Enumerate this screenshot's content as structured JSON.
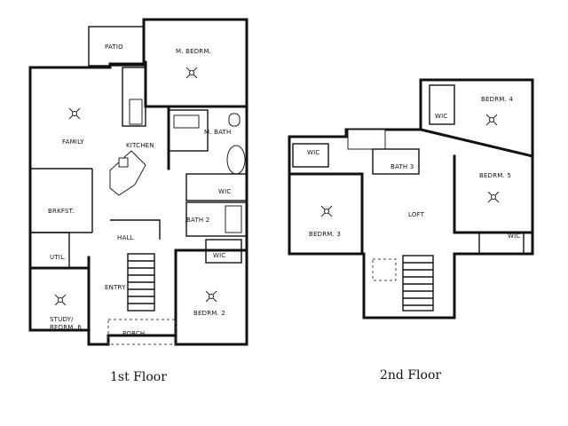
{
  "floors": [
    {
      "caption": "1st Floor",
      "rooms": [
        {
          "id": "patio",
          "label": "PATIO"
        },
        {
          "id": "m-bedrm",
          "label": "M. BEDRM."
        },
        {
          "id": "family",
          "label": "FAMILY"
        },
        {
          "id": "kitchen",
          "label": "KITCHEN"
        },
        {
          "id": "m-bath",
          "label": "M. BATH"
        },
        {
          "id": "wic-master",
          "label": "WIC"
        },
        {
          "id": "brkfst",
          "label": "BRKFST."
        },
        {
          "id": "bath-2",
          "label": "BATH 2"
        },
        {
          "id": "hall",
          "label": "HALL"
        },
        {
          "id": "util",
          "label": "UTIL."
        },
        {
          "id": "wic-bedrm2",
          "label": "WIC"
        },
        {
          "id": "entry",
          "label": "ENTRY"
        },
        {
          "id": "study-1",
          "label": "STUDY/"
        },
        {
          "id": "study-2",
          "label": "BEDRM. 6"
        },
        {
          "id": "bedrm-2",
          "label": "BEDRM. 2"
        },
        {
          "id": "porch",
          "label": "PORCH"
        }
      ]
    },
    {
      "caption": "2nd Floor",
      "rooms": [
        {
          "id": "bedrm-4",
          "label": "BEDRM. 4"
        },
        {
          "id": "wic-4",
          "label": "WIC"
        },
        {
          "id": "wic-3",
          "label": "WIC"
        },
        {
          "id": "bath-3",
          "label": "BATH 3"
        },
        {
          "id": "bedrm-5",
          "label": "BEDRM. 5"
        },
        {
          "id": "loft",
          "label": "LOFT"
        },
        {
          "id": "bedrm-3",
          "label": "BEDRM. 3"
        },
        {
          "id": "wic-5",
          "label": "WIC"
        }
      ]
    }
  ]
}
